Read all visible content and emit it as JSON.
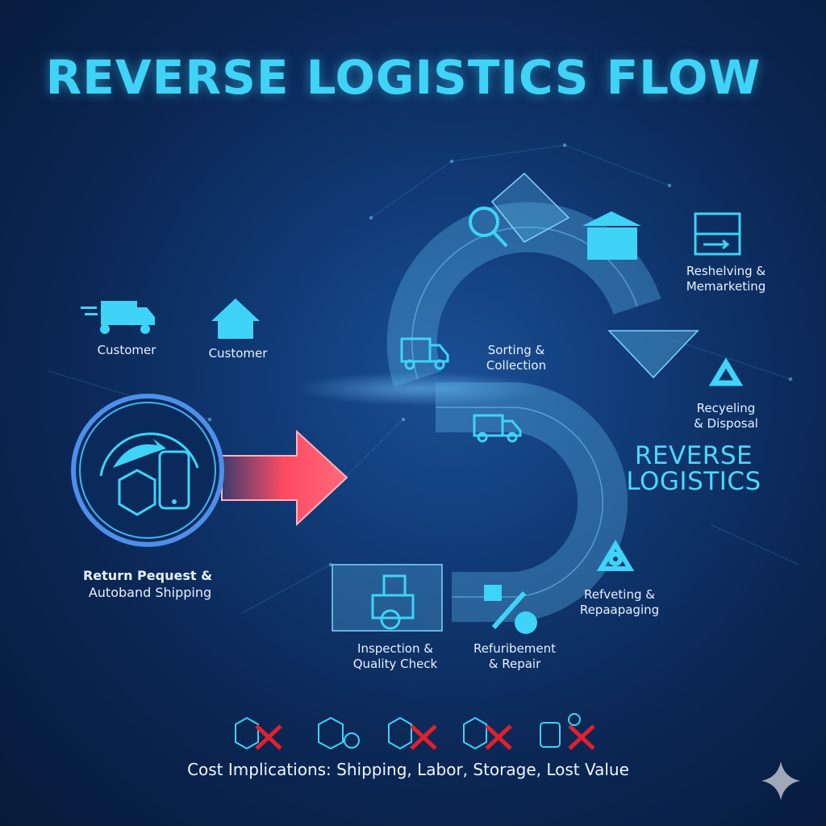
{
  "title": "REVERSE LOGISTICS FLOW",
  "top_left": {
    "truck_label": "Customer",
    "house_label": "Customer"
  },
  "return_step": {
    "line1": "Return Pequest &",
    "line2": "Autoband Shipping"
  },
  "cycle": {
    "sorting": [
      "Sorting &",
      "Collection"
    ],
    "reshelving": [
      "Reshelving &",
      "Memarketing"
    ],
    "recycling": [
      "Recyeling",
      "& Disposal"
    ],
    "center_title": [
      "REVERSE",
      "LOGISTICS"
    ],
    "refveting": [
      "Refveting &",
      "Repaapaging"
    ],
    "refurbishment": [
      "Refuribement",
      "& Repair"
    ],
    "inspection": [
      "Inspection &",
      "Quality Check"
    ]
  },
  "cost": {
    "label": "Cost Implications: Shipping, Labor, Storage, Lost Value",
    "icons": [
      "box-x-icon",
      "box-coin-icon",
      "box-x-icon",
      "box-x-icon",
      "dollar-x-icon"
    ]
  },
  "colors": {
    "accent": "#3fd3f7",
    "arrow_red": "#e8384f",
    "x_red": "#e0202c",
    "bg": "#0b2755"
  }
}
